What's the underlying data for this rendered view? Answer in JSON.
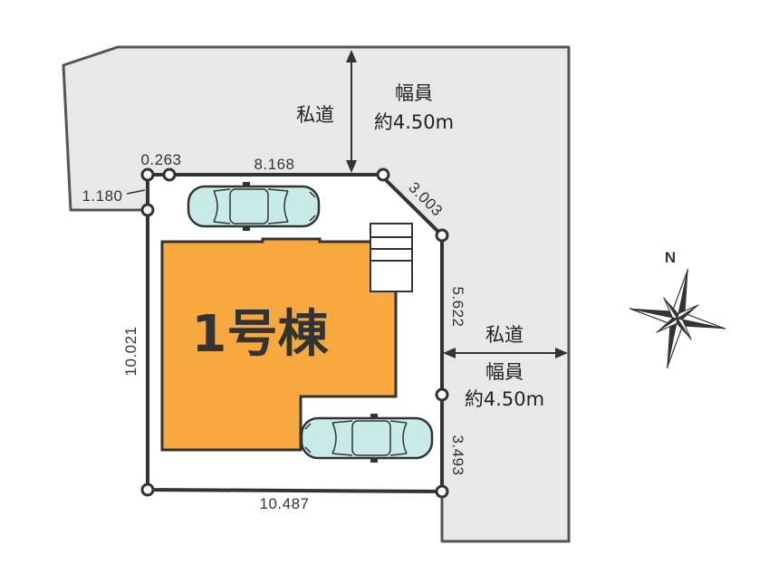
{
  "building": {
    "label": "1号棟"
  },
  "roads": {
    "north": {
      "name": "私道",
      "width_label": "幅員",
      "width_value": "約4.50m"
    },
    "east": {
      "name": "私道",
      "width_label": "幅員",
      "width_value": "約4.50m"
    }
  },
  "boundary_dimensions": {
    "top_small": "0.263",
    "top": "8.168",
    "left_offset": "1.180",
    "chamfer": "3.003",
    "right_upper": "5.622",
    "left": "10.021",
    "right_lower": "3.493",
    "bottom": "10.487"
  },
  "compass": {
    "north_label": "N"
  },
  "colors": {
    "road": "#e8e8e8",
    "building": "#f7a93f",
    "car_body": "#c8ebe8",
    "outline": "#333333"
  },
  "icons": [
    "car-icon",
    "car-icon",
    "compass-rose-icon",
    "staircase-icon"
  ]
}
